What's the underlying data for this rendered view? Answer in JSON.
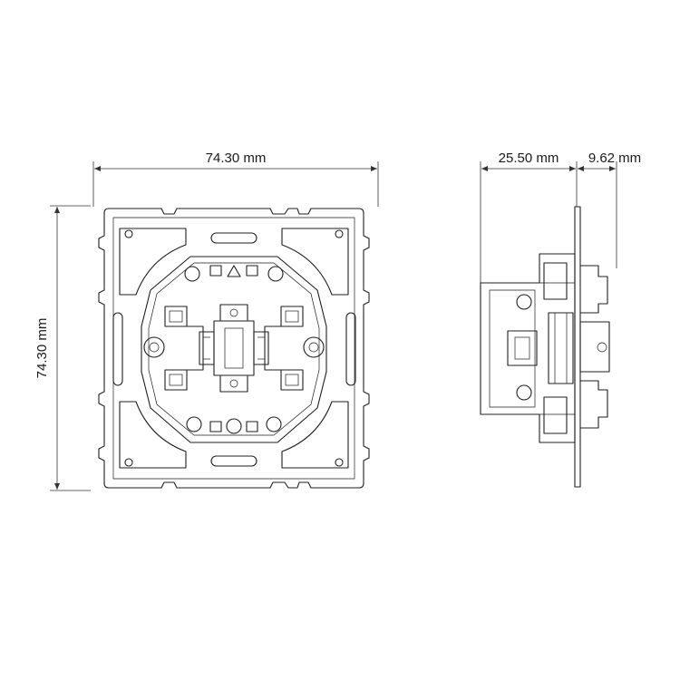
{
  "dimensions": {
    "front_width": "74.30 mm",
    "front_height": "74.30 mm",
    "side_depth": "25.50 mm",
    "side_plate": "9.62 mm"
  },
  "colors": {
    "line": "#1f1f1f",
    "background": "#ffffff"
  },
  "icons": {
    "orientation_marker": "triangle-up-icon"
  }
}
